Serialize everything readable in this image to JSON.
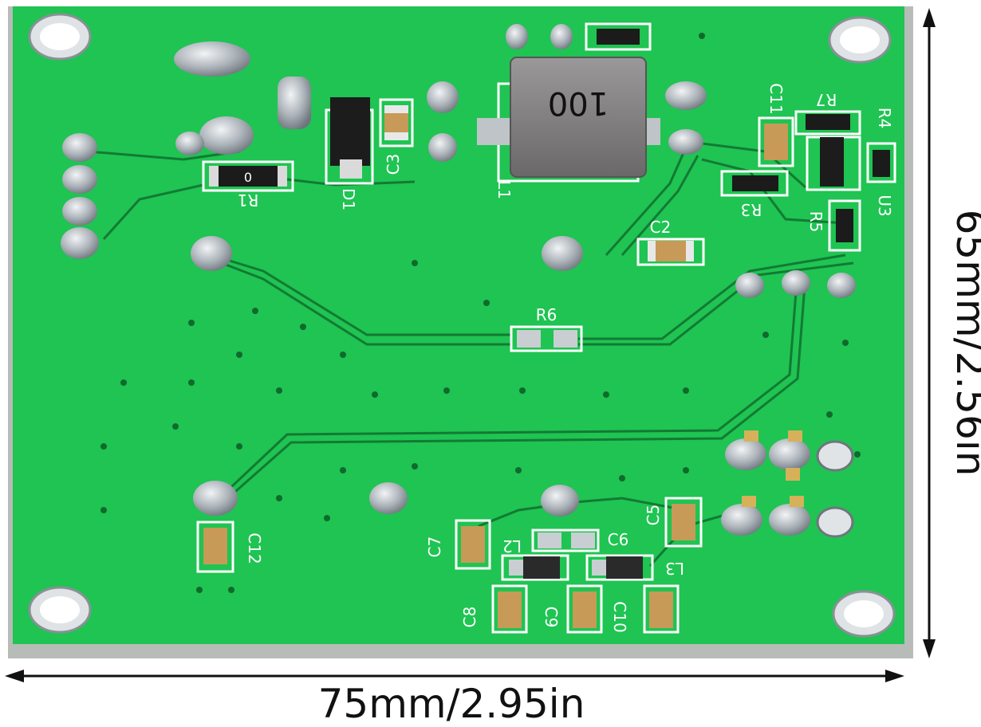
{
  "dimensions": {
    "width_label": "75mm/2.95in",
    "height_label": "65mm/2.56in"
  },
  "components": {
    "inductor_marking": "100",
    "resistor_r1_marking": "0",
    "labels": {
      "r1": "R1",
      "d1": "D1",
      "c3": "C3",
      "l1": "L1",
      "c2": "C2",
      "c11": "C11",
      "r7": "R7",
      "r4": "R4",
      "r3": "R3",
      "r5": "R5",
      "u3": "U3",
      "r6": "R6",
      "c12": "C12",
      "c7": "C7",
      "l2": "L2",
      "c6": "C6",
      "c5": "C5",
      "l3": "L3",
      "c8": "C8",
      "c9": "C9",
      "c10": "C10"
    }
  },
  "colors": {
    "pcb_green": "#1fc452",
    "pcb_edge": "#b8bcb8",
    "silkscreen": "#ffffff",
    "trace": "#137a34",
    "solder": "#c9ced2"
  }
}
